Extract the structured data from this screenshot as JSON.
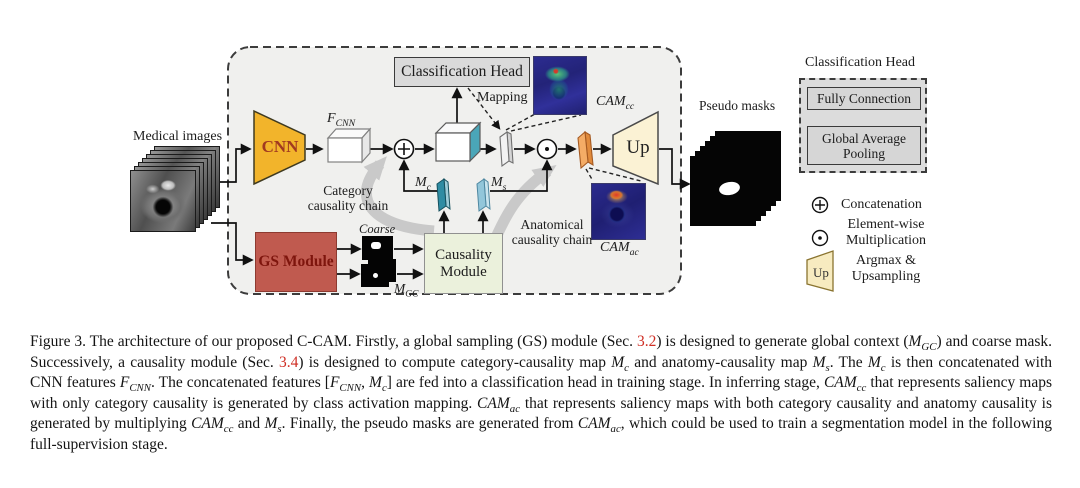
{
  "diagram": {
    "medical_images_label": "Medical images",
    "cnn_label": "CNN",
    "f_cnn": {
      "base": "F",
      "sub": "CNN"
    },
    "classification_head_label": "Classification Head",
    "mapping_label": "Mapping",
    "cam_cc": {
      "base": "CAM",
      "sub": "cc"
    },
    "cam_ac": {
      "base": "CAM",
      "sub": "ac"
    },
    "up_label": "Up",
    "pseudo_masks_label": "Pseudo masks",
    "gs_module_label": "GS Module",
    "coarse_label": "Coarse",
    "m_gc": {
      "base": "M",
      "sub": "GC"
    },
    "m_c": {
      "base": "M",
      "sub": "c"
    },
    "m_s": {
      "base": "M",
      "sub": "s"
    },
    "causality_module_label": "Causality Module",
    "category_chain_label": "Category causality chain",
    "anatomical_chain_label": "Anatomical causality chain"
  },
  "legend": {
    "classification_head": {
      "title": "Classification Head",
      "fully_connection": "Fully Connection",
      "global_average_pooling": "Global Average Pooling"
    },
    "items": [
      {
        "symbol": "concatenation-symbol",
        "label": "Concatenation"
      },
      {
        "symbol": "elementwise-multiplication-symbol",
        "label": "Element-wise Multiplication"
      },
      {
        "symbol": "upsampling-trapezoid",
        "label": "Argmax & Upsampling",
        "up_text": "Up"
      }
    ]
  },
  "colors": {
    "cnn_fill": "#F2B42B",
    "gs_fill": "#C05A4F",
    "causality_fill": "#EBF1DC",
    "up_fill": "#FBF2D4",
    "feature_side": "#4AA6B8",
    "mc_fill": "#2F8CA3",
    "ms_fill": "#92C6DA",
    "attention_slab": "#F4AC66",
    "legend_box_fill": "#DCDCDC",
    "section_ref_red": "#CF2E24"
  },
  "caption": {
    "segments": [
      {
        "k": "p",
        "t": "Figure 3.  The architecture of our proposed C-CAM. Firstly, a global sampling (GS) module (Sec. "
      },
      {
        "k": "r",
        "t": "3.2"
      },
      {
        "k": "p",
        "t": ") is designed to generate global context ("
      },
      {
        "k": "m",
        "b": "M",
        "s": "GC"
      },
      {
        "k": "p",
        "t": ") and coarse mask.  Successively, a causality module (Sec. "
      },
      {
        "k": "r",
        "t": "3.4"
      },
      {
        "k": "p",
        "t": ") is designed to compute category-causality map "
      },
      {
        "k": "m",
        "b": "M",
        "s": "c"
      },
      {
        "k": "p",
        "t": " and anatomy-causality map "
      },
      {
        "k": "m",
        "b": "M",
        "s": "s"
      },
      {
        "k": "p",
        "t": ". The "
      },
      {
        "k": "m",
        "b": "M",
        "s": "c"
      },
      {
        "k": "p",
        "t": " is then concatenated with CNN features "
      },
      {
        "k": "m",
        "b": "F",
        "s": "CNN"
      },
      {
        "k": "p",
        "t": ". The concatenated features ["
      },
      {
        "k": "m",
        "b": "F",
        "s": "CNN"
      },
      {
        "k": "p",
        "t": ", "
      },
      {
        "k": "m",
        "b": "M",
        "s": "c"
      },
      {
        "k": "p",
        "t": "] are fed into a classification head in training stage. In inferring stage, "
      },
      {
        "k": "m",
        "b": "CAM",
        "s": "cc"
      },
      {
        "k": "p",
        "t": " that represents saliency maps with only category causality is generated by class activation mapping. "
      },
      {
        "k": "m",
        "b": "CAM",
        "s": "ac"
      },
      {
        "k": "p",
        "t": " that represents saliency maps with both category causality and anatomy causality is generated by multiplying "
      },
      {
        "k": "m",
        "b": "CAM",
        "s": "cc"
      },
      {
        "k": "p",
        "t": " and "
      },
      {
        "k": "m",
        "b": "M",
        "s": "s"
      },
      {
        "k": "p",
        "t": ". Finally, the pseudo masks are generated from "
      },
      {
        "k": "m",
        "b": "CAM",
        "s": "ac"
      },
      {
        "k": "p",
        "t": ", which could be used to train a segmentation model in the following full-supervision stage."
      }
    ]
  }
}
